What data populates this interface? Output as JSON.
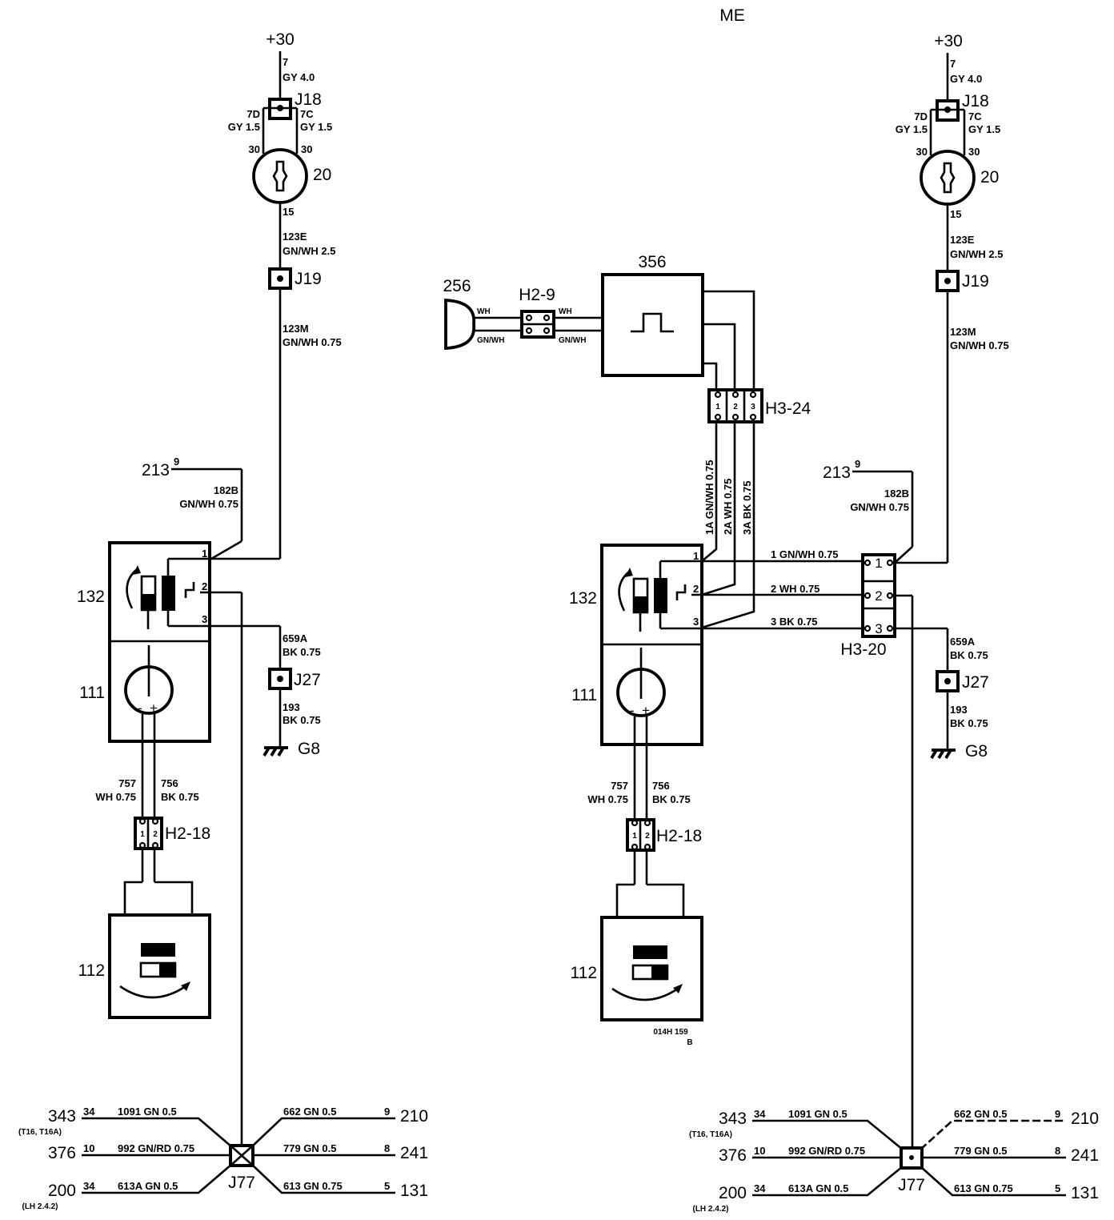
{
  "header": {
    "title": "ME"
  },
  "supply": {
    "label": "+30",
    "pin": "7",
    "wire": "GY 4.0"
  },
  "j18": {
    "label": "J18",
    "left_wire_id": "7D",
    "left_wire": "GY 1.5",
    "right_wire_id": "7C",
    "right_wire": "GY 1.5",
    "term": "30"
  },
  "ign": {
    "label": "20",
    "out_term": "15"
  },
  "wire123e": {
    "id": "123E",
    "spec": "GN/WH 2.5"
  },
  "j19": {
    "label": "J19"
  },
  "wire123m": {
    "id": "123M",
    "spec": "GN/WH 0.75"
  },
  "ref213": {
    "label": "213",
    "pin": "9",
    "wire_id": "182B",
    "wire": "GN/WH 0.75"
  },
  "comp132": {
    "label": "132",
    "pin1": "1",
    "pin2": "2",
    "pin3": "3"
  },
  "comp111": {
    "label": "111",
    "minus": "-",
    "plus": "+"
  },
  "wire659a": {
    "id": "659A",
    "spec": "BK 0.75"
  },
  "j27": {
    "label": "J27"
  },
  "wire193": {
    "id": "193",
    "spec": "BK 0.75"
  },
  "g8": {
    "label": "G8"
  },
  "wire757": {
    "id": "757",
    "spec": "WH 0.75"
  },
  "wire756": {
    "id": "756",
    "spec": "BK 0.75"
  },
  "h218": {
    "label": "H2-18",
    "p1": "1",
    "p2": "2"
  },
  "comp112": {
    "label": "112"
  },
  "j77": {
    "label": "J77",
    "left": [
      {
        "ref": "343",
        "sub": "(T16, T16A)",
        "pin": "34",
        "wire": "1091 GN 0.5"
      },
      {
        "ref": "376",
        "sub": "",
        "pin": "10",
        "wire": "992 GN/RD 0.75"
      },
      {
        "ref": "200",
        "sub": "(LH 2.4.2)",
        "pin": "34",
        "wire": "613A GN 0.5"
      }
    ],
    "right": [
      {
        "ref": "210",
        "pin": "9",
        "wire": "662 GN 0.5"
      },
      {
        "ref": "241",
        "pin": "8",
        "wire": "779 GN 0.5"
      },
      {
        "ref": "131",
        "pin": "5",
        "wire": "613 GN 0.75"
      }
    ]
  },
  "comp256": {
    "label": "256"
  },
  "h29": {
    "label": "H2-9",
    "wire_top": "WH",
    "wire_bottom": "GN/WH"
  },
  "comp356": {
    "label": "356"
  },
  "h324": {
    "label": "H3-24",
    "pins": [
      "1",
      "2",
      "3"
    ],
    "wires": [
      "1A GN/WH 0.75",
      "2A WH 0.75",
      "3A BK 0.75"
    ]
  },
  "h320": {
    "label": "H3-20",
    "pins": [
      "1",
      "2",
      "3"
    ],
    "wires": [
      "1 GN/WH 0.75",
      "2 WH 0.75",
      "3 BK 0.75"
    ]
  },
  "drawing_code": {
    "line1": "014H 159",
    "line2": "B"
  }
}
